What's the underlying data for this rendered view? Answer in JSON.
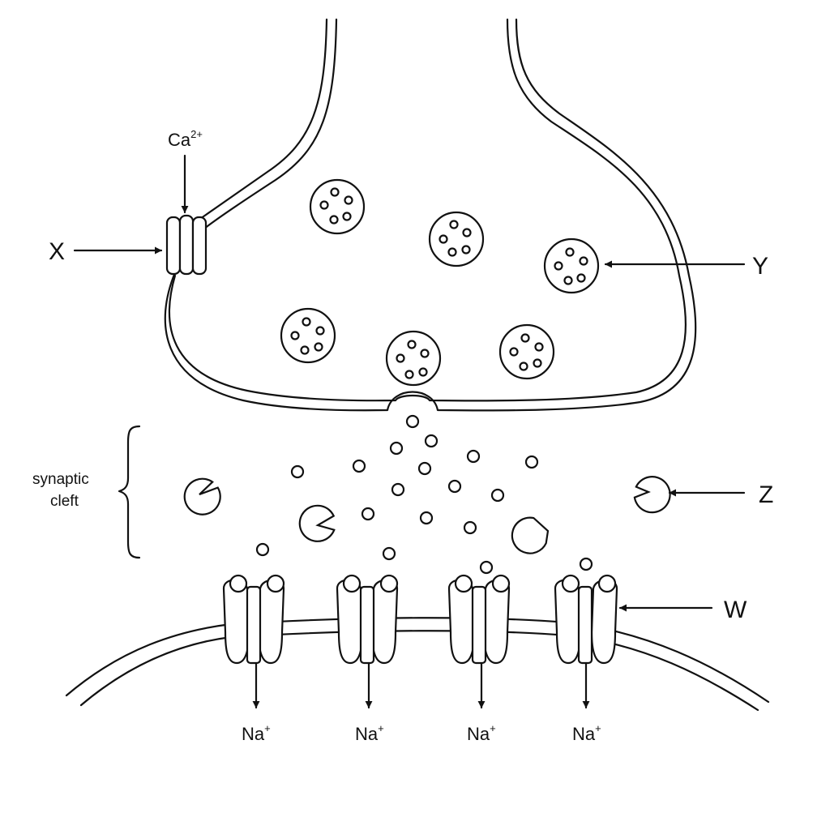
{
  "labels": {
    "x": "X",
    "y": "Y",
    "z": "Z",
    "w": "W",
    "ca": "Ca",
    "ca_charge": "2+",
    "cleft_line1": "synaptic",
    "cleft_line2": "cleft",
    "na": "Na",
    "na_charge": "+"
  }
}
